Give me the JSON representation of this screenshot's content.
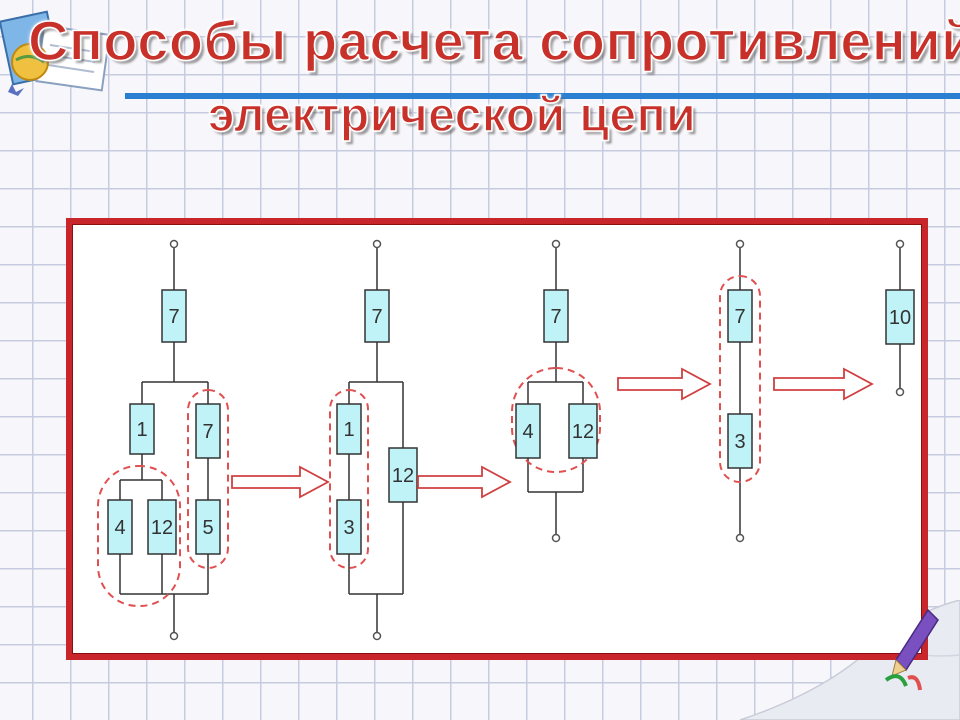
{
  "header": {
    "title_line1": "Способы расчета сопротивлений",
    "title_line2": "электрической цепи"
  },
  "colors": {
    "title": "#c8302a",
    "accent_line": "#2a7fd0",
    "panel_border": "#c8262b",
    "resistor_fill": "#bff3f8",
    "highlight_dash": "#e05050",
    "arrow_outline": "#d04040"
  },
  "icons": {
    "corner": "books-globe-icon",
    "bottom_right": "pencil-icon"
  },
  "diagram": {
    "resistors": {
      "c1_top": "7",
      "c1_left_upper": "1",
      "c1_right_upper": "7",
      "c1_bottom_a": "4",
      "c1_bottom_b": "12",
      "c1_right_lower": "5",
      "c2_top": "7",
      "c2_left_upper": "1",
      "c2_left_lower": "3",
      "c2_right": "12",
      "c3_top": "7",
      "c3_left": "4",
      "c3_right": "12",
      "c4_top": "7",
      "c4_bottom": "3",
      "c5_single": "10"
    }
  }
}
